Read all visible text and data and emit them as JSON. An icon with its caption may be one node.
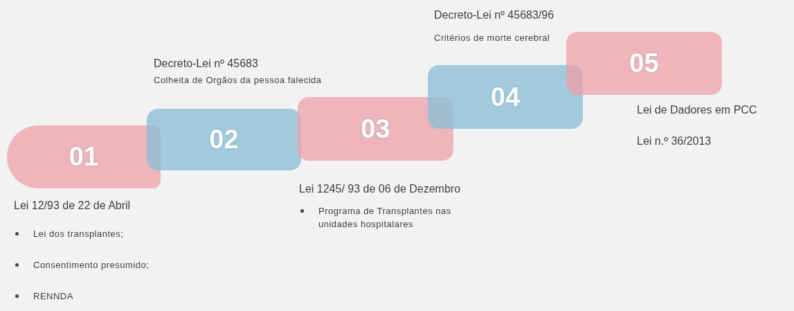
{
  "diagram": {
    "nodes": [
      {
        "text": [
          "01"
        ],
        "beside": [
          "Lei 12/93 de 22 de Abril",
          "Lei dos transplantes;",
          "Consentimento presumido;",
          "RENNDA"
        ]
      },
      {
        "text": [
          "02"
        ],
        "beside": [
          "Decreto-Lei nº 45683",
          "Colheita de Orgãos da pessoa falecida"
        ]
      },
      {
        "text": [
          "03"
        ],
        "beside": [
          "Lei 1245/ 93 de 06 de Dezembro",
          "Programa de Transplantes nas unidades hospitalares"
        ]
      },
      {
        "text": [
          "04"
        ],
        "beside": [
          "Decreto-Lei nº 45683/96",
          "Critérios de morte cerebral"
        ]
      },
      {
        "text": [
          "05"
        ],
        "beside": [
          "Lei de Dadores em PCC",
          "Lei n.º 36/2013"
        ]
      }
    ]
  }
}
